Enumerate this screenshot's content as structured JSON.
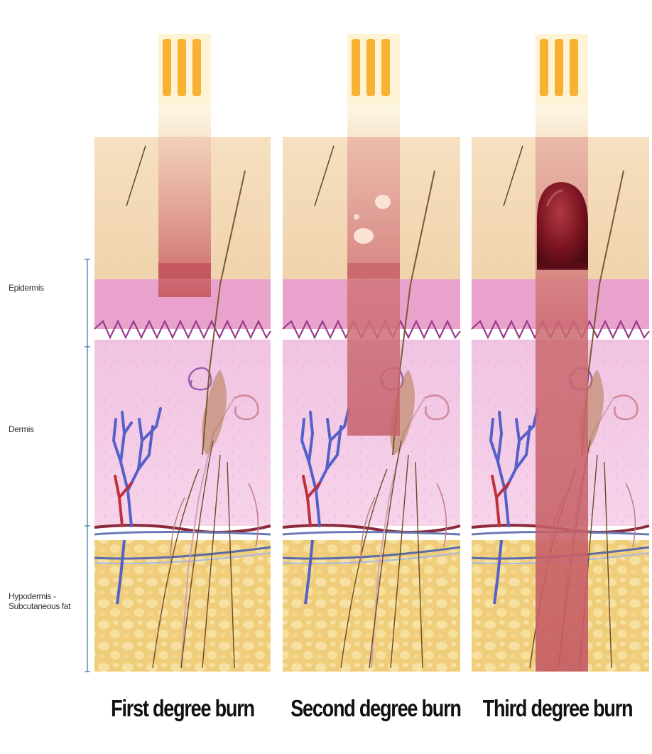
{
  "figure": {
    "layers": [
      {
        "id": "epidermis",
        "label": "Epidermis"
      },
      {
        "id": "dermis",
        "label": "Dermis"
      },
      {
        "id": "hypodermis",
        "label": "Hypodermis - Subcutaneous fat"
      }
    ],
    "panels": [
      {
        "id": "first",
        "title": "First degree burn"
      },
      {
        "id": "second",
        "title": "Second degree burn"
      },
      {
        "id": "third",
        "title": "Third degree burn"
      }
    ],
    "colors": {
      "heat_source": "#f7b234",
      "epidermis_top": "#f4dcb8",
      "basal_layer": "#e9a2c8",
      "dermis": "#f3c9e6",
      "hypodermis_fat": "#f0cf7c",
      "burn": "#c8585c",
      "eschar": "#7a1420",
      "vein": "#5560c8",
      "artery": "#c0303c",
      "hair": "#7a5a30"
    },
    "icons": [
      "heat-source-icon",
      "blister-icon",
      "eschar-icon"
    ]
  }
}
